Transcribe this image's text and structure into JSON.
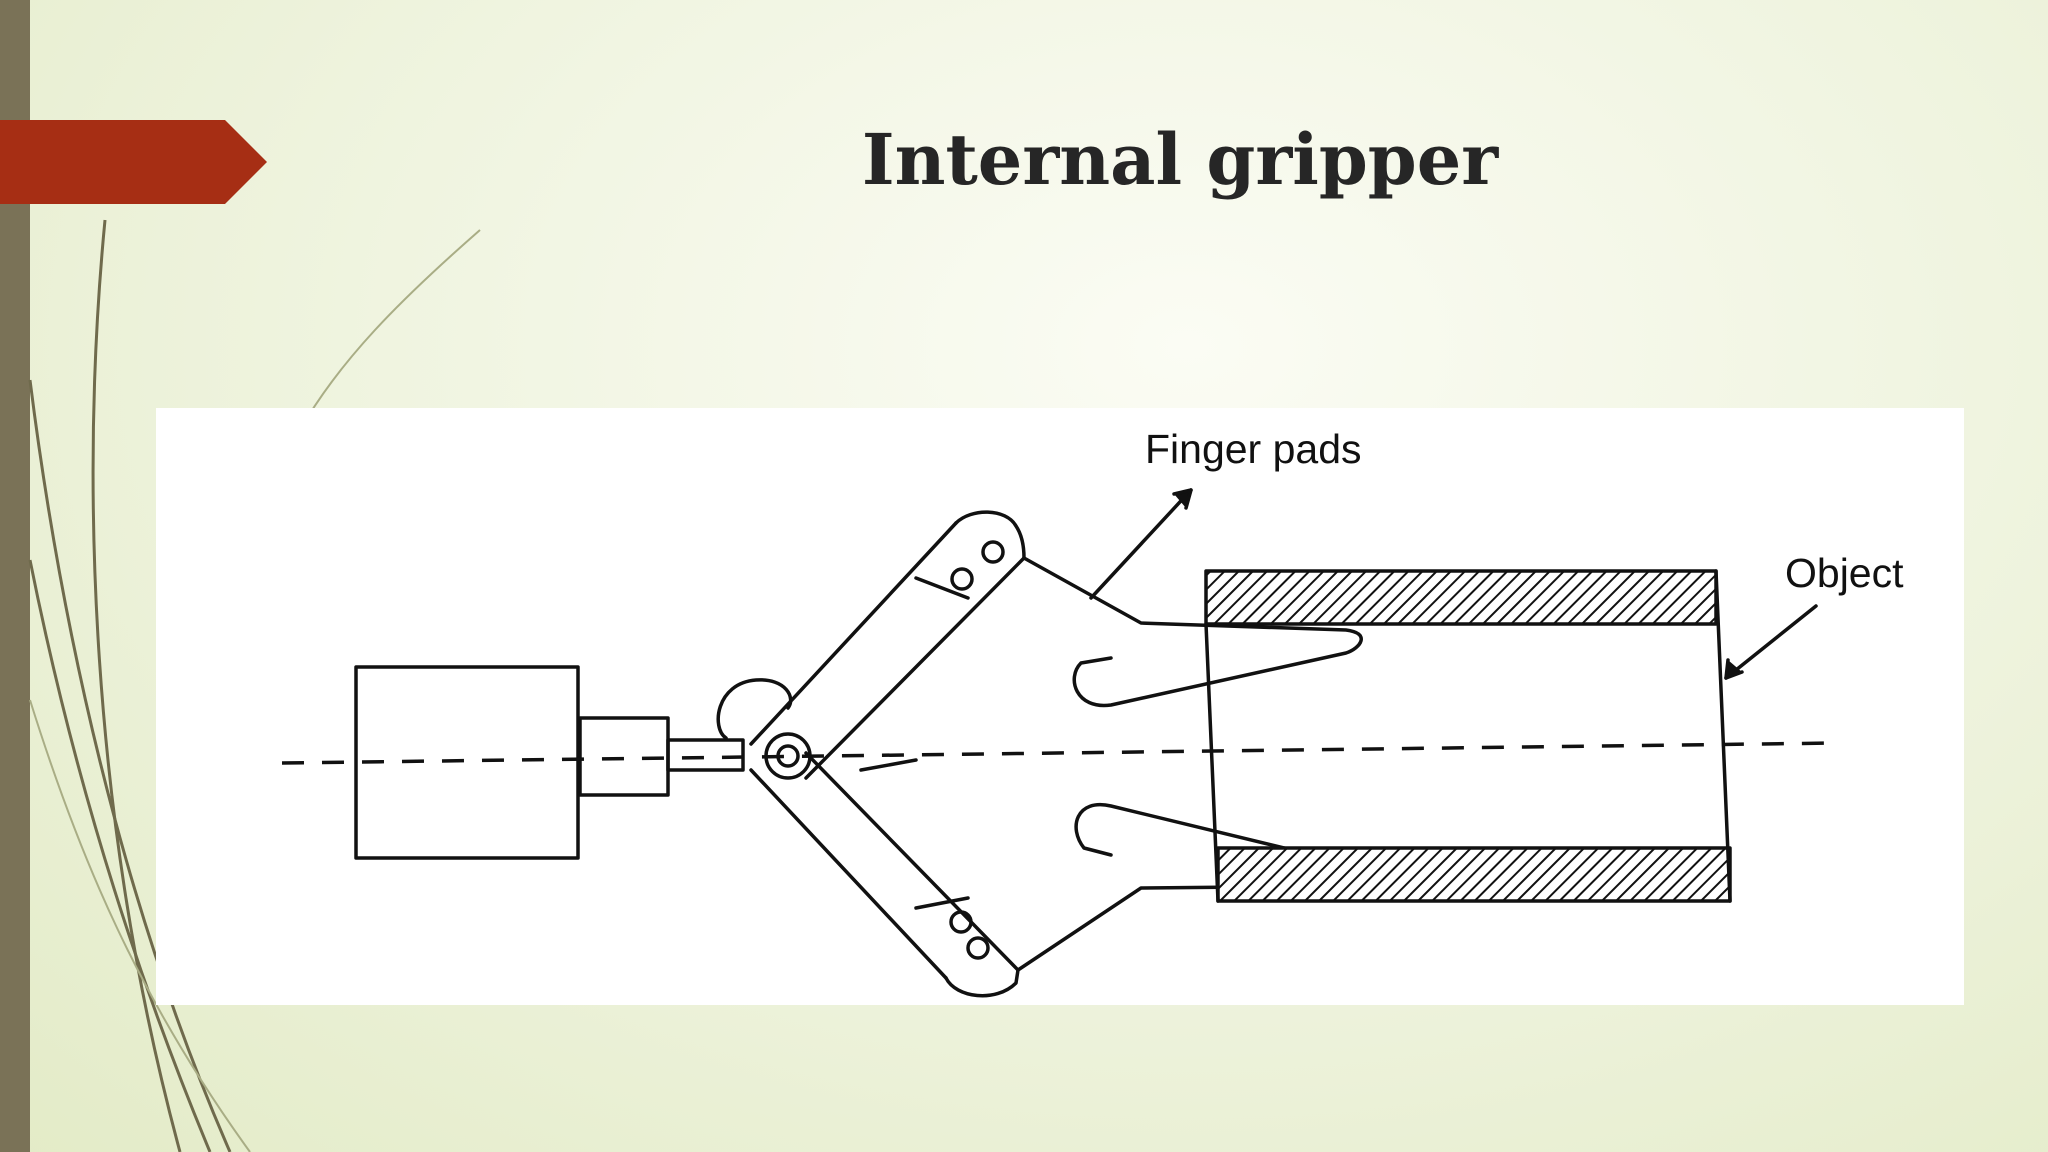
{
  "slide": {
    "title": "Internal gripper",
    "accent_color": "#a62e14",
    "left_bar_color": "#7a7257"
  },
  "diagram": {
    "labels": {
      "finger_pads": "Finger pads",
      "object": "Object"
    }
  }
}
